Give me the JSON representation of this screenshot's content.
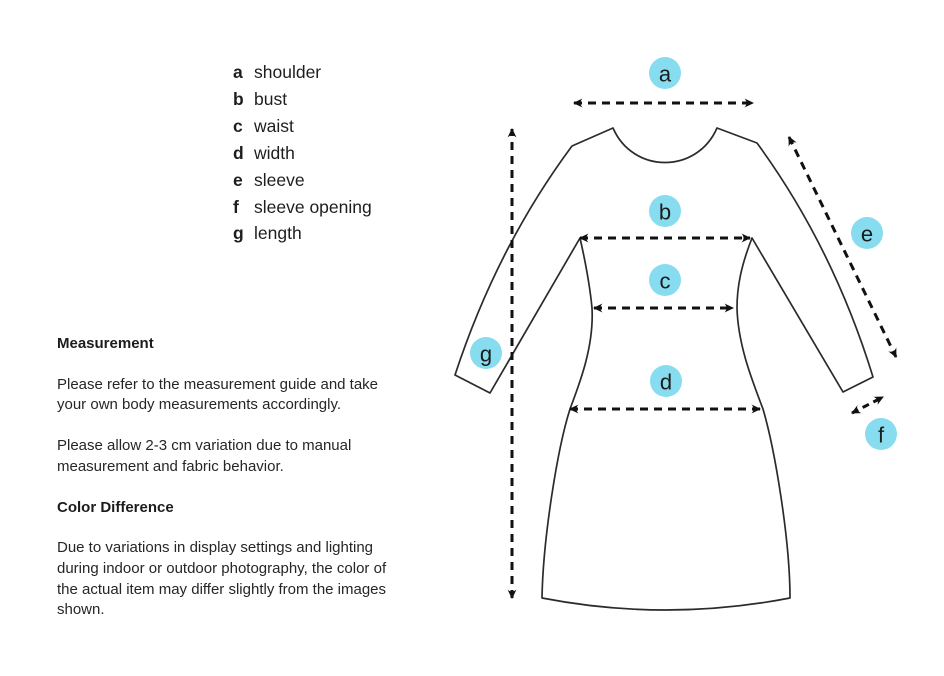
{
  "legend": {
    "items": [
      {
        "key": "a",
        "label": "shoulder"
      },
      {
        "key": "b",
        "label": "bust"
      },
      {
        "key": "c",
        "label": "waist"
      },
      {
        "key": "d",
        "label": "width"
      },
      {
        "key": "e",
        "label": "sleeve"
      },
      {
        "key": "f",
        "label": "sleeve opening"
      },
      {
        "key": "g",
        "label": "length"
      }
    ]
  },
  "info": {
    "measurement": {
      "heading": "Measurement",
      "p1": "Please refer to the measurement guide and take your own body measurements accordingly.",
      "p2": "Please allow 2-3 cm variation due to manual measurement and fabric behavior."
    },
    "color_difference": {
      "heading": "Color Difference",
      "p1": "Due to variations in display settings and lighting during indoor or outdoor photography, the color of the actual item may differ slightly from the images shown."
    }
  },
  "diagram": {
    "markers": [
      "a",
      "b",
      "c",
      "d",
      "e",
      "f",
      "g"
    ],
    "marker_bg_color": "#87dcf0",
    "marker_text_color": "#1c1c1c",
    "outline_color": "#2b2b2b",
    "arrow_color": "#111111"
  }
}
